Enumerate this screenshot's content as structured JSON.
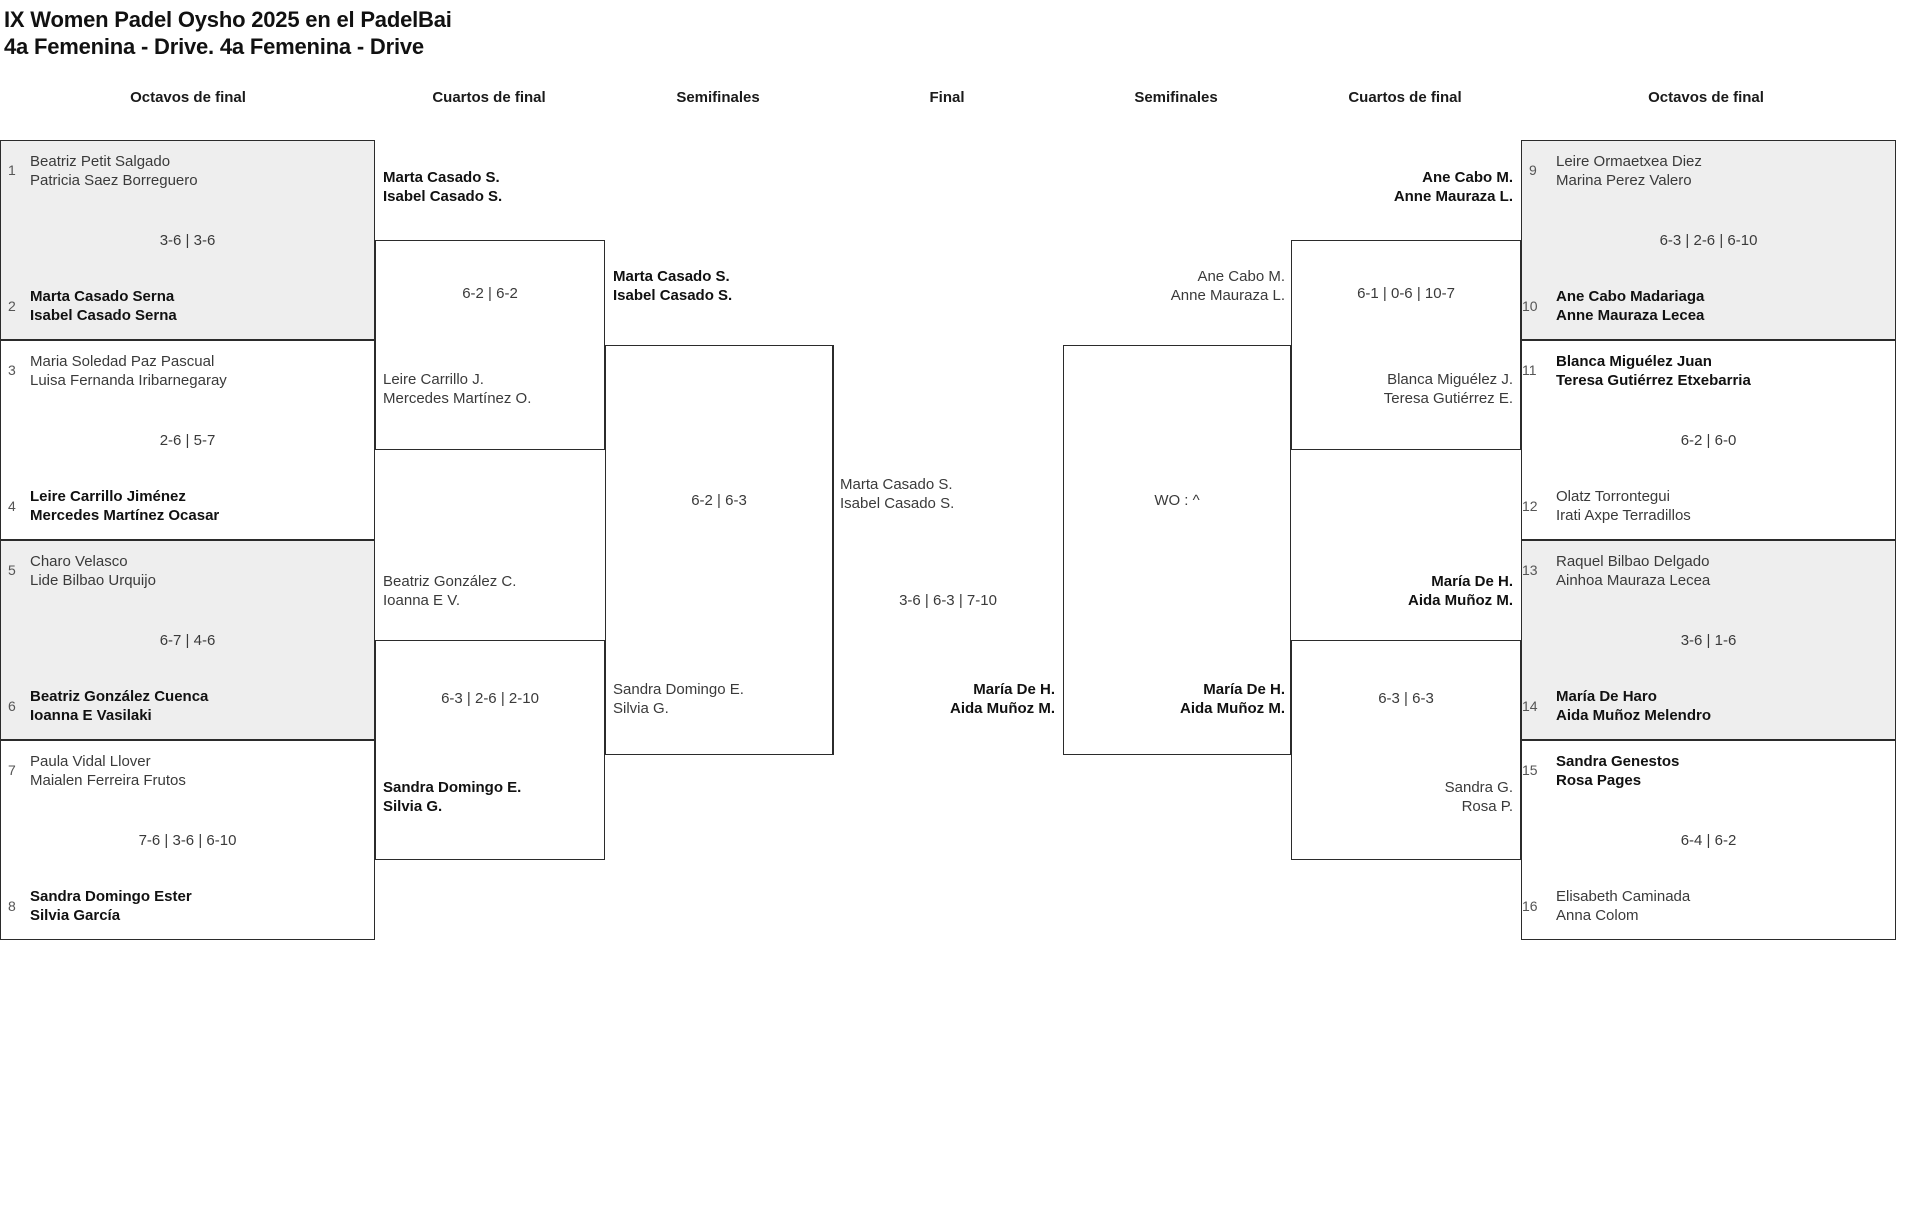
{
  "title": {
    "line1": "IX Women Padel Oysho 2025 en el PadelBai",
    "line2": "4a Femenina - Drive. 4a Femenina - Drive"
  },
  "round_headers": {
    "left_octavos": "Octavos de final",
    "left_cuartos": "Cuartos de final",
    "left_semis": "Semifinales",
    "final": "Final",
    "right_semis": "Semifinales",
    "right_cuartos": "Cuartos de final",
    "right_octavos": "Octavos de final"
  },
  "left_octavos": [
    {
      "seed_top": "1",
      "top_p1": "Beatriz Petit Salgado",
      "top_p2": "Patricia Saez Borreguero",
      "top_winner": false,
      "score": "3-6 | 3-6",
      "seed_bottom": "2",
      "bottom_p1": "Marta Casado Serna",
      "bottom_p2": "Isabel Casado Serna",
      "bottom_winner": true,
      "shaded": true
    },
    {
      "seed_top": "3",
      "top_p1": "Maria Soledad Paz Pascual",
      "top_p2": "Luisa Fernanda Iribarnegaray",
      "top_winner": false,
      "score": "2-6 | 5-7",
      "seed_bottom": "4",
      "bottom_p1": "Leire Carrillo Jiménez",
      "bottom_p2": "Mercedes Martínez Ocasar",
      "bottom_winner": true,
      "shaded": false
    },
    {
      "seed_top": "5",
      "top_p1": "Charo Velasco",
      "top_p2": "Lide Bilbao Urquijo",
      "top_winner": false,
      "score": "6-7 | 4-6",
      "seed_bottom": "6",
      "bottom_p1": "Beatriz González Cuenca",
      "bottom_p2": "Ioanna E Vasilaki",
      "bottom_winner": true,
      "shaded": true
    },
    {
      "seed_top": "7",
      "top_p1": "Paula Vidal Llover",
      "top_p2": "Maialen Ferreira Frutos",
      "top_winner": false,
      "score": "7-6 | 3-6 | 6-10",
      "seed_bottom": "8",
      "bottom_p1": "Sandra Domingo Ester",
      "bottom_p2": "Silvia García",
      "bottom_winner": true,
      "shaded": false
    }
  ],
  "left_cuartos": [
    {
      "top_p1": "Marta Casado S.",
      "top_p2": "Isabel Casado S.",
      "top_winner": true,
      "score": "6-2 | 6-2",
      "bottom_p1": "Leire Carrillo J.",
      "bottom_p2": "Mercedes Martínez O.",
      "bottom_winner": false
    },
    {
      "top_p1": "Beatriz González C.",
      "top_p2": "Ioanna E V.",
      "top_winner": false,
      "score": "6-3 | 2-6 | 2-10",
      "bottom_p1": "Sandra Domingo E.",
      "bottom_p2": "Silvia G.",
      "bottom_winner": true
    }
  ],
  "left_semis": [
    {
      "top_p1": "Marta Casado S.",
      "top_p2": "Isabel Casado S.",
      "top_winner": true,
      "score": "6-2 | 6-3",
      "bottom_p1": "Sandra Domingo E.",
      "bottom_p2": "Silvia G.",
      "bottom_winner": false
    }
  ],
  "final": {
    "top_p1": "Marta Casado S.",
    "top_p2": "Isabel Casado S.",
    "top_winner": false,
    "score": "3-6 | 6-3 | 7-10",
    "bottom_p1": "María De H.",
    "bottom_p2": "Aida Muñoz M.",
    "bottom_winner": true
  },
  "right_semis": [
    {
      "top_p1": "Ane Cabo M.",
      "top_p2": "Anne Mauraza L.",
      "top_winner": false,
      "score": "WO : ^",
      "bottom_p1": "María De H.",
      "bottom_p2": "Aida Muñoz M.",
      "bottom_winner": true
    }
  ],
  "right_cuartos": [
    {
      "top_p1": "Ane Cabo M.",
      "top_p2": "Anne Mauraza L.",
      "top_winner": true,
      "score": "6-1 | 0-6 | 10-7",
      "bottom_p1": "Blanca Miguélez J.",
      "bottom_p2": "Teresa Gutiérrez E.",
      "bottom_winner": false
    },
    {
      "top_p1": "María De H.",
      "top_p2": "Aida Muñoz M.",
      "top_winner": true,
      "score": "6-3 | 6-3",
      "bottom_p1": "Sandra G.",
      "bottom_p2": "Rosa P.",
      "bottom_winner": false
    }
  ],
  "right_octavos": [
    {
      "seed_top": "9",
      "top_p1": "Leire Ormaetxea Diez",
      "top_p2": "Marina Perez Valero",
      "top_winner": false,
      "score": "6-3 | 2-6 | 6-10",
      "seed_bottom": "10",
      "bottom_p1": "Ane Cabo Madariaga",
      "bottom_p2": "Anne Mauraza Lecea",
      "bottom_winner": true,
      "shaded": true
    },
    {
      "seed_top": "11",
      "top_p1": "Blanca Miguélez Juan",
      "top_p2": "Teresa Gutiérrez Etxebarria",
      "top_winner": true,
      "score": "6-2 | 6-0",
      "seed_bottom": "12",
      "bottom_p1": "Olatz Torrontegui",
      "bottom_p2": "Irati Axpe Terradillos",
      "bottom_winner": false,
      "shaded": false
    },
    {
      "seed_top": "13",
      "top_p1": "Raquel Bilbao Delgado",
      "top_p2": "Ainhoa Mauraza Lecea",
      "top_winner": false,
      "score": "3-6 | 1-6",
      "seed_bottom": "14",
      "bottom_p1": "María De Haro",
      "bottom_p2": "Aida Muñoz Melendro",
      "bottom_winner": true,
      "shaded": true
    },
    {
      "seed_top": "15",
      "top_p1": "Sandra Genestos",
      "top_p2": "Rosa Pages",
      "top_winner": true,
      "score": "6-4 | 6-2",
      "seed_bottom": "16",
      "bottom_p1": "Elisabeth Caminada",
      "bottom_p2": "Anna Colom",
      "bottom_winner": false,
      "shaded": false
    }
  ],
  "colors": {
    "shaded_row": "#eeeeee",
    "border": "#2b2b2b",
    "text": "#3a3a3a",
    "winner_text": "#111111"
  }
}
